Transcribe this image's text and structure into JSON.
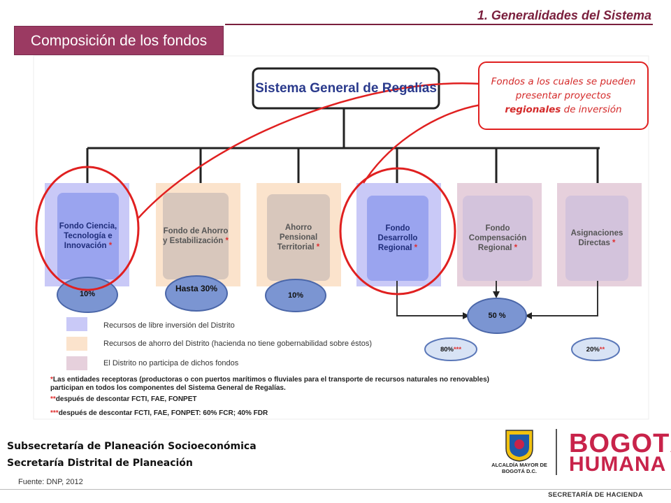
{
  "header": {
    "section": "1. Generalidades del Sistema",
    "title": "Composición de los fondos"
  },
  "callout": {
    "text_before": "Fondos a los cuales se pueden presentar proyectos ",
    "emphasis": "regionales",
    "text_after": " de inversión"
  },
  "diagram": {
    "root": "Sistema General de Regalías",
    "funds": [
      {
        "label": "Fondo Ciencia, Tecnología e Innovación",
        "mark": "*",
        "category": "libre"
      },
      {
        "label": "Fondo de Ahorro y Estabilización",
        "mark": "*",
        "category": "ahorro"
      },
      {
        "label": "Ahorro Pensional Territorial",
        "mark": "*",
        "category": "ahorro"
      },
      {
        "label": "Fondo Desarrollo Regional",
        "mark": "*",
        "category": "libre"
      },
      {
        "label": "Fondo Compensación Regional",
        "mark": "*",
        "category": "no_participa"
      },
      {
        "label": "Asignaciones Directas",
        "mark": "*",
        "category": "no_participa"
      }
    ],
    "percentages": {
      "fcti": "10%",
      "fae": "Hasta 30%",
      "fonpet": "10%",
      "regional": "50 %",
      "fdr_fcr": "80%",
      "fdr_fcr_mark": "***",
      "directas": "20%",
      "directas_mark": "**"
    }
  },
  "legend": [
    {
      "text": "Recursos de libre inversión del Distrito",
      "color": "#c9c9f7"
    },
    {
      "text": "Recursos de ahorro del Distrito (hacienda no tiene gobernabilidad sobre éstos)",
      "color": "#fbe3cc"
    },
    {
      "text": "El Distrito no participa de dichos fondos",
      "color": "#e6d0dc"
    }
  ],
  "notes": {
    "n1_mark": "*",
    "n1_line1": "Las entidades receptoras (productoras o con puertos marítimos o fluviales para el transporte de recursos naturales no renovables)",
    "n1_line2": "participan en todos los componentes del Sistema General de Regalías.",
    "n2_mark": "**",
    "n2": "después de descontar FCTI, FAE, FONPET",
    "n3_mark": "***",
    "n3": "después de descontar FCTI, FAE, FONPET: 60% FCR; 40% FDR"
  },
  "footer": {
    "org_line1": "Subsecretaría de Planeación Socioeconómica",
    "org_line2": "Secretaría Distrital de Planeación",
    "source": "Fuente: DNP, 2012",
    "alcaldia": "ALCALDÍA MAYOR DE BOGOTÁ D.C.",
    "bogota": "BOGOTÁ",
    "humana": "HUMANA",
    "secretaria": "SECRETARÍA DE HACIENDA"
  },
  "colors": {
    "accent": "#7a1f3d",
    "title_bg": "#9b3a62",
    "highlight_red": "#e02020",
    "libre_bg": "#c9c9f7",
    "libre_box": "#9aa4ef",
    "ahorro_bg": "#fbe3cc",
    "ahorro_box": "#d8c7bc",
    "no_participa_bg": "#e6d0dc",
    "no_participa_box": "#d3c3dc",
    "ellipse_fill": "#7b95d2"
  }
}
